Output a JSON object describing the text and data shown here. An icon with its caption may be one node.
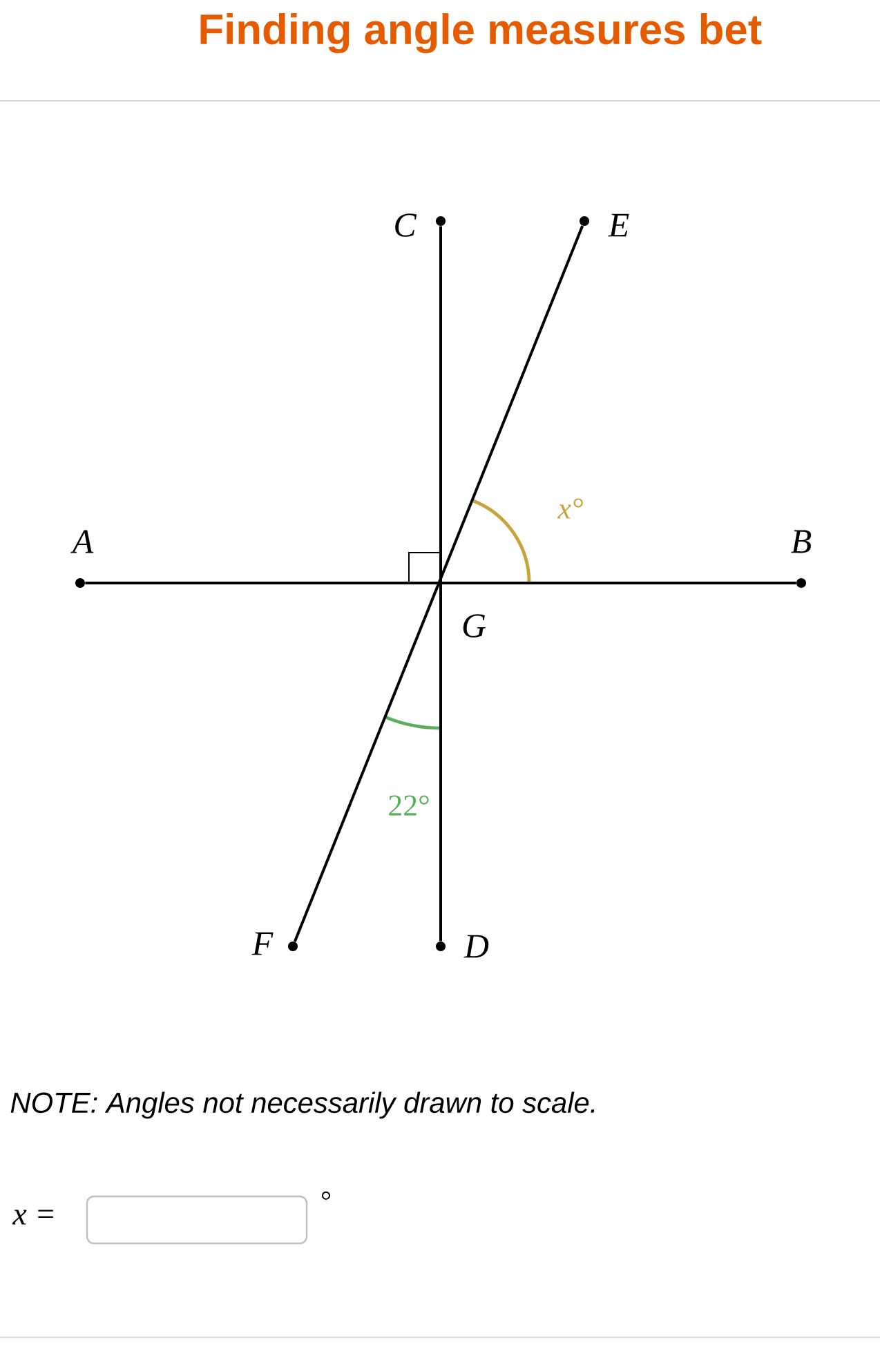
{
  "diagram": {
    "title": "Finding angle measures bet",
    "nodes": [
      {
        "text": [
          "C"
        ]
      },
      {
        "text": [
          "E"
        ]
      },
      {
        "text": [
          "A"
        ]
      },
      {
        "text": [
          "B"
        ]
      },
      {
        "text": [
          "F"
        ]
      },
      {
        "text": [
          "D"
        ]
      }
    ],
    "edges": [
      {
        "from": 2,
        "to": 3,
        "arrow": "none"
      },
      {
        "from": 0,
        "to": 5,
        "arrow": "none"
      },
      {
        "from": 4,
        "to": 1,
        "arrow": "none"
      }
    ],
    "labels": [
      "x°",
      "G",
      "22°",
      "NOTE: Angles not necessarily drawn to scale.",
      "x =",
      "°"
    ]
  }
}
